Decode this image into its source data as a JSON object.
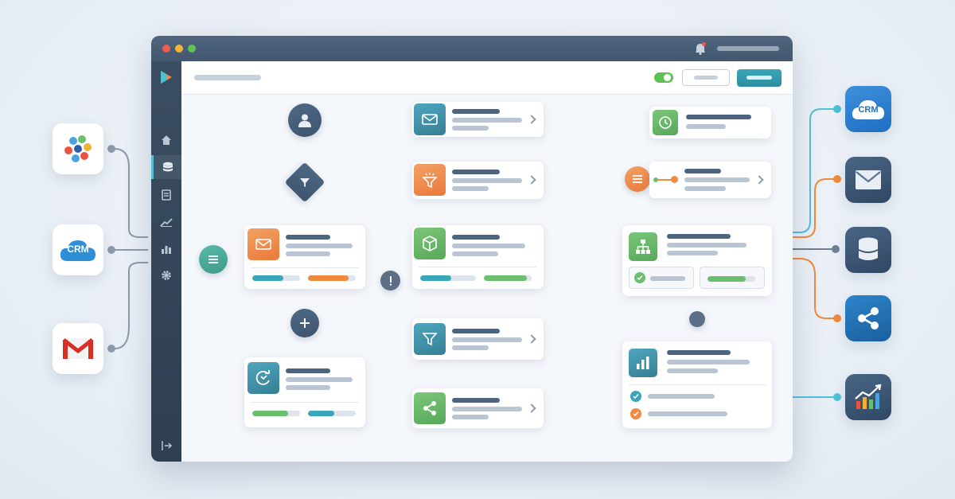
{
  "integrations_left": [
    {
      "name": "slack",
      "icon": "pinwheel-logo-icon"
    },
    {
      "name": "crm",
      "icon": "crm-cloud-icon",
      "label": "CRM"
    },
    {
      "name": "gmail",
      "icon": "gmail-icon"
    }
  ],
  "integrations_right": [
    {
      "name": "crm",
      "icon": "crm-cloud-icon",
      "label": "CRM"
    },
    {
      "name": "email",
      "icon": "envelope-icon"
    },
    {
      "name": "database",
      "icon": "database-icon"
    },
    {
      "name": "share",
      "icon": "share-icon"
    },
    {
      "name": "analytics",
      "icon": "growth-chart-icon"
    }
  ],
  "sidebar": {
    "items": [
      {
        "icon": "home-icon"
      },
      {
        "icon": "database-icon",
        "active": true
      },
      {
        "icon": "document-icon"
      },
      {
        "icon": "trend-icon"
      },
      {
        "icon": "bar-chart-icon"
      },
      {
        "icon": "gear-icon"
      }
    ],
    "bottom_icon": "logout-icon"
  },
  "toolbar": {
    "toggle_on": true
  },
  "colors": {
    "teal": "#3aa6b9",
    "orange": "#f08a3c",
    "green": "#6bbf6e",
    "slate": "#4d6480",
    "wire_gray": "#8d9bac"
  },
  "progress": {
    "email_node": [
      0.65,
      0.85
    ],
    "package_node": [
      0.55,
      0.9
    ],
    "retry_node": [
      0.75,
      0.55
    ],
    "org_node": [
      0.8
    ]
  }
}
